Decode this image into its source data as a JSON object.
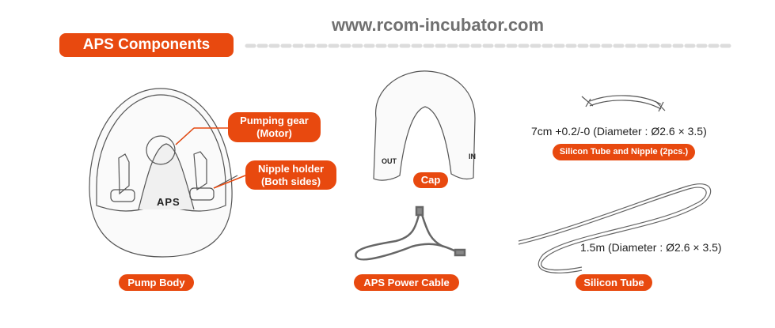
{
  "header": {
    "title": "APS Components",
    "website": "www.rcom-incubator.com"
  },
  "components": {
    "pump_body": {
      "label": "Pump Body",
      "logo": "APS",
      "callouts": [
        {
          "line1": "Pumping gear",
          "line2": "(Motor)"
        },
        {
          "line1": "Nipple holder",
          "line2": "(Both sides)"
        }
      ]
    },
    "cap": {
      "label": "Cap",
      "port_out": "OUT",
      "port_in": "IN"
    },
    "power_cable": {
      "label": "APS Power Cable"
    },
    "tube_nipple": {
      "label": "Silicon Tube and Nipple (2pcs.)",
      "spec": "7cm +0.2/-0 (Diameter : Ø2.6 × 3.5)"
    },
    "silicon_tube": {
      "label": "Silicon Tube",
      "spec": "1.5m (Diameter : Ø2.6 × 3.5)"
    }
  },
  "colors": {
    "accent": "#e8490f",
    "url": "#707070",
    "dash": "#dcdcdc"
  }
}
